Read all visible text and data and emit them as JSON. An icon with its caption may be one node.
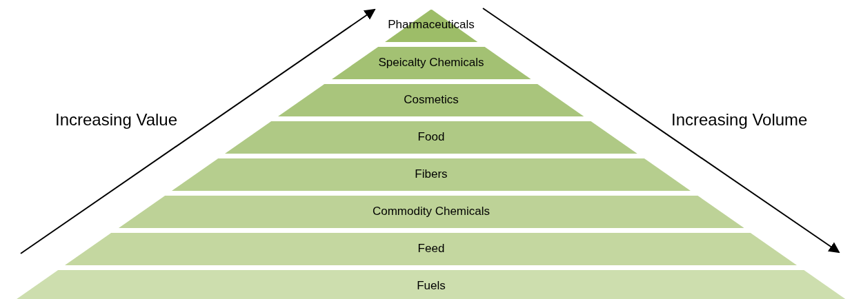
{
  "diagram": {
    "nodes": [
      {
        "text": [
          "Pharmaceuticals"
        ]
      },
      {
        "text": [
          "Speicalty Chemicals"
        ]
      },
      {
        "text": [
          "Cosmetics"
        ]
      },
      {
        "text": [
          "Food"
        ]
      },
      {
        "text": [
          "Fibers"
        ]
      },
      {
        "text": [
          "Commodity Chemicals"
        ]
      },
      {
        "text": [
          "Feed"
        ]
      },
      {
        "text": [
          "Fuels"
        ]
      }
    ],
    "edges": [],
    "labels": [
      "Increasing Value",
      "Increasing Volume"
    ]
  }
}
